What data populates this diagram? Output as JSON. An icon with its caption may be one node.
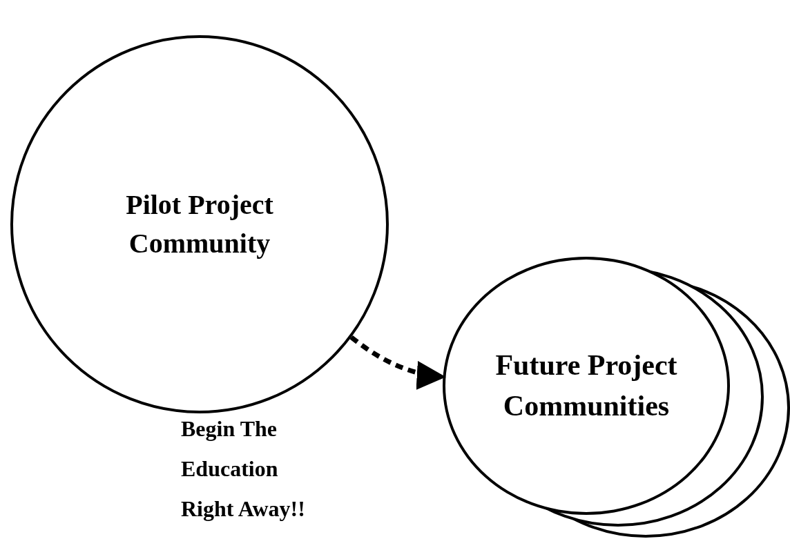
{
  "diagram": {
    "nodes": [
      {
        "text": [
          "Pilot Project Community"
        ]
      },
      {
        "text": [
          "Future Project Communities"
        ]
      }
    ],
    "edges": [
      {
        "from": 0,
        "to": 1,
        "arrow": "to",
        "style": "dashed",
        "label": "Begin The Education Right Away!!"
      }
    ]
  }
}
